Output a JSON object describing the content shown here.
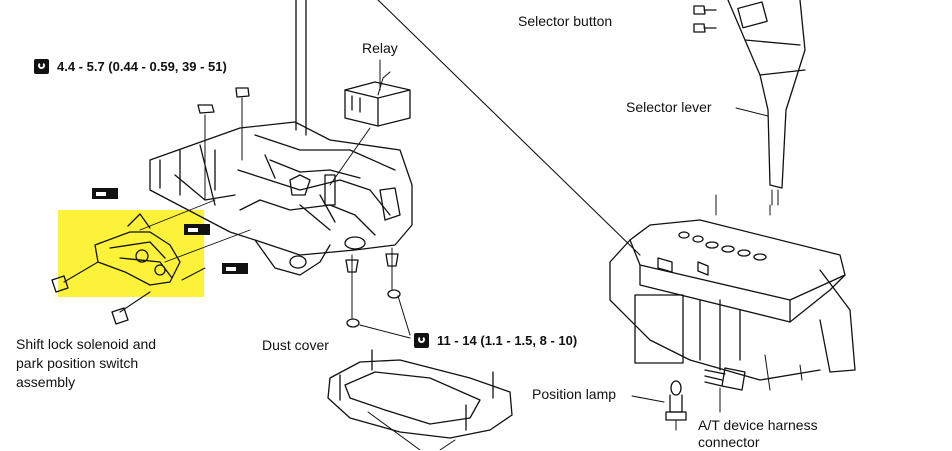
{
  "labels": {
    "selector_button": "Selector button",
    "relay": "Relay",
    "selector_lever": "Selector lever",
    "shift_lock_1": "Shift lock solenoid and",
    "shift_lock_2": "park position switch",
    "shift_lock_3": "assembly",
    "dust_cover": "Dust cover",
    "position_lamp": "Position lamp",
    "harness_1": "A/T device harness",
    "harness_2": "connector"
  },
  "torque": {
    "upper": "4.4 - 5.7 (0.44 - 0.59, 39 - 51)",
    "lower": "11 - 14 (1.1 - 1.5, 8 - 10)"
  },
  "colors": {
    "highlight": "#fdf23a",
    "line": "#111111"
  }
}
